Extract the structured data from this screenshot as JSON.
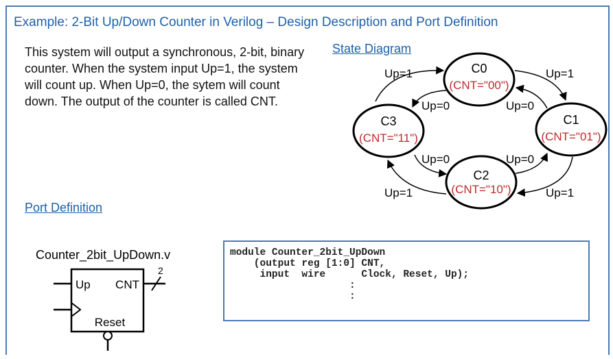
{
  "title": "Example: 2-Bit Up/Down Counter in Verilog – Design Description and Port Definition",
  "description": "This system will output a synchronous, 2-bit, binary counter.  When the system input Up=1, the system will count up.  When Up=0, the sytem will count down.  The output of the counter is called CNT.",
  "state_diagram": {
    "heading": "State Diagram",
    "states": [
      {
        "name": "C0",
        "output": "(CNT=\"00\")"
      },
      {
        "name": "C1",
        "output": "(CNT=\"01\")"
      },
      {
        "name": "C2",
        "output": "(CNT=\"10\")"
      },
      {
        "name": "C3",
        "output": "(CNT=\"11\")"
      }
    ],
    "transition_labels": {
      "c3_c0": "Up=1",
      "c0_c1": "Up=1",
      "c0_c3": "Up=0",
      "c1_c0": "Up=0",
      "c3_c2": "Up=0",
      "c2_c1": "Up=0",
      "c2_c3": "Up=1",
      "c1_c2": "Up=1"
    },
    "output_color": "#c0292b"
  },
  "port_definition": {
    "heading": "Port Definition",
    "module_file": "Counter_2bit_UpDown.v",
    "block": {
      "input_up": "Up",
      "output_cnt": "CNT",
      "bus_width": "2",
      "reset": "Reset"
    }
  },
  "code": "module Counter_2bit_UpDown\n    (output reg [1:0] CNT,\n     input  wire      Clock, Reset, Up);\n                    :\n                    :",
  "colors": {
    "title": "#1f5fa8",
    "border": "#4a7ab5"
  }
}
